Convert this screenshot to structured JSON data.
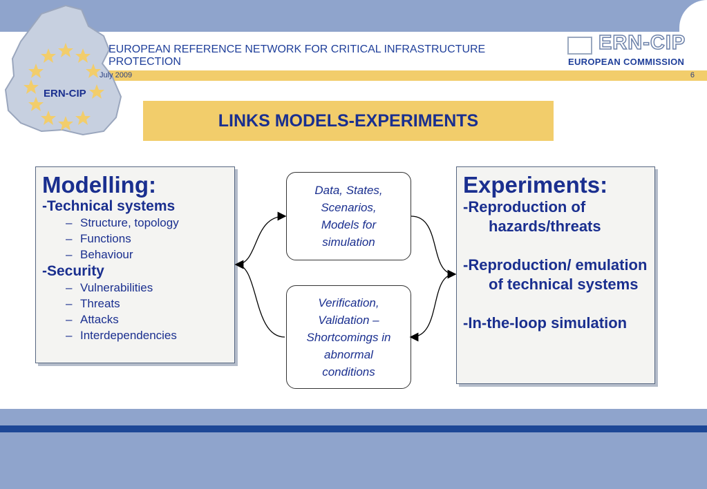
{
  "header": {
    "org_title": "EUROPEAN REFERENCE NETWORK FOR CRITICAL INFRASTRUCTURE PROTECTION",
    "date": "July 2009",
    "page_number": "6",
    "map_label": "ERN-CIP",
    "logo_text": "ERN-CIP",
    "logo_subtext": "EUROPEAN COMMISSION"
  },
  "slide": {
    "title": "LINKS MODELS-EXPERIMENTS"
  },
  "modelling": {
    "heading": "Modelling:",
    "technical_heading": "-Technical systems",
    "technical_items": [
      "Structure, topology",
      "Functions",
      "Behaviour"
    ],
    "security_heading": "-Security",
    "security_items": [
      "Vulnerabilities",
      "Threats",
      "Attacks",
      "Interdependencies"
    ]
  },
  "links": {
    "top": "Data, States,\nScenarios,\nModels for\nsimulation",
    "bottom": "Verification,\nValidation –\nShortcomings in\nabnormal\nconditions"
  },
  "experiments": {
    "heading": "Experiments:",
    "items": [
      "-Reproduction of hazards/threats",
      "-Reproduction/ emulation of technical systems",
      "-In-the-loop simulation"
    ]
  },
  "colors": {
    "band_blue": "#8fa4cc",
    "dark_blue": "#1d4796",
    "yellow": "#f2cd6b",
    "text_blue": "#1a2f8f"
  }
}
